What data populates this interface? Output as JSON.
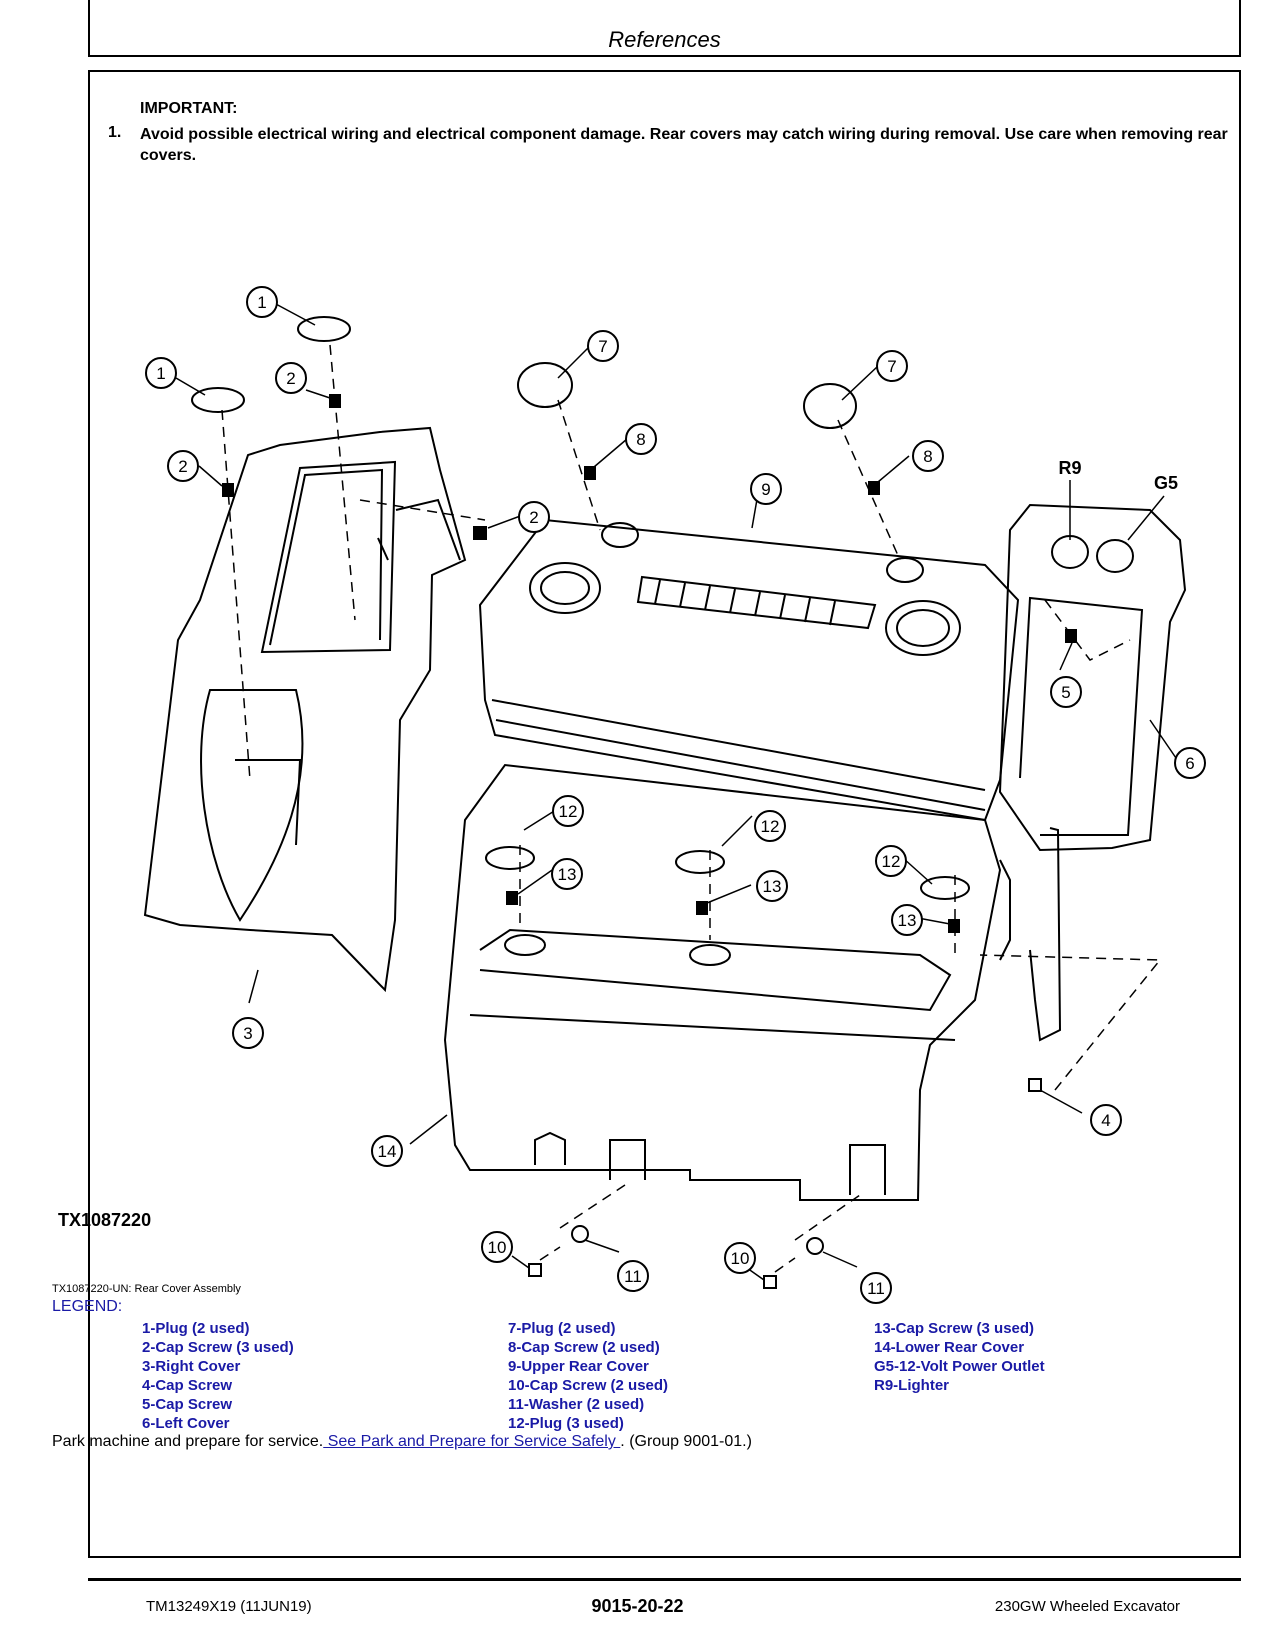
{
  "header": {
    "title": "References"
  },
  "important": {
    "label": "IMPORTANT:",
    "number": "1.",
    "text": "Avoid possible electrical wiring and electrical component damage. Rear covers may catch wiring during removal. Use care when removing rear covers."
  },
  "figure": {
    "id": "TX1087220",
    "caption": "TX1087220-UN: Rear Cover Assembly",
    "callouts": [
      "1",
      "1",
      "2",
      "2",
      "2",
      "3",
      "4",
      "5",
      "6",
      "7",
      "7",
      "8",
      "8",
      "9",
      "10",
      "10",
      "11",
      "11",
      "12",
      "12",
      "12",
      "13",
      "13",
      "13",
      "14",
      "R9",
      "G5"
    ]
  },
  "legend": {
    "title": "LEGEND:",
    "col1": [
      "1-Plug (2 used)",
      "2-Cap Screw (3 used)",
      "3-Right Cover",
      "4-Cap Screw",
      "5-Cap Screw",
      "6-Left Cover"
    ],
    "col2": [
      "7-Plug (2 used)",
      "8-Cap Screw (2 used)",
      "9-Upper Rear Cover",
      "10-Cap Screw (2 used)",
      "11-Washer (2 used)",
      "12-Plug (3 used)"
    ],
    "col3": [
      "13-Cap Screw (3 used)",
      "14-Lower Rear Cover",
      "G5-12-Volt Power Outlet",
      "R9-Lighter"
    ]
  },
  "park": {
    "prefix": "Park machine and prepare for service.",
    "link": " See Park and Prepare for Service Safely ",
    "suffix": ". (Group 9001-01.)"
  },
  "footer": {
    "left": "TM13249X19 (11JUN19)",
    "center": "9015-20-22",
    "right": "230GW Wheeled Excavator"
  },
  "colors": {
    "link": "#1a1aa6",
    "text": "#000000"
  }
}
